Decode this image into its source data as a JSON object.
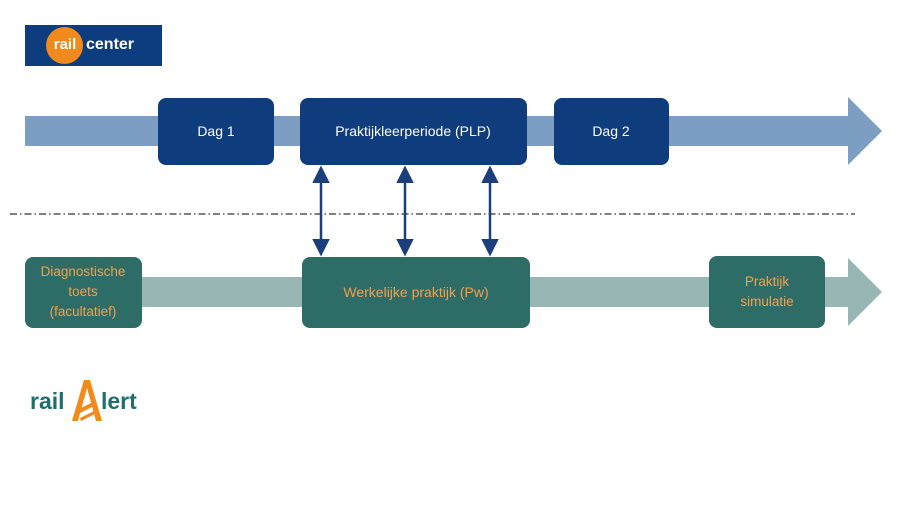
{
  "logos": {
    "railcenter": {
      "part1": "rail",
      "part2": "center"
    },
    "railalert": {
      "part1": "rail",
      "part2": "lert"
    }
  },
  "colors": {
    "upper_arrow": "#7c9ec3",
    "upper_box": "#0e3c7d",
    "upper_text": "#ffffff",
    "lower_arrow": "#98b7b4",
    "lower_box": "#2e6c68",
    "lower_text": "#f5a04a",
    "connector": "#1b3f7a",
    "dashdot": "#333333",
    "brand_orange": "#f08a1c",
    "brand_blue": "#0d3d7e",
    "brand_teal": "#1f6f6e"
  },
  "diagram": {
    "upper_track": {
      "boxes": [
        {
          "id": "dag1",
          "lines": [
            "Dag 1"
          ]
        },
        {
          "id": "plp",
          "lines": [
            "Praktijkleerperiode (PLP)"
          ]
        },
        {
          "id": "dag2",
          "lines": [
            "Dag 2"
          ]
        }
      ]
    },
    "lower_track": {
      "boxes": [
        {
          "id": "diag",
          "lines": [
            "Diagnostische",
            "toets",
            "(facultatief)"
          ]
        },
        {
          "id": "pw",
          "lines": [
            "Werkelijke praktijk (Pw)"
          ]
        },
        {
          "id": "sim",
          "lines": [
            "Praktijk",
            "simulatie"
          ]
        }
      ]
    },
    "connections": [
      {
        "from": "plp",
        "to": "pw",
        "direction": "bidirectional"
      },
      {
        "from": "plp",
        "to": "pw",
        "direction": "bidirectional"
      },
      {
        "from": "plp",
        "to": "pw",
        "direction": "bidirectional"
      }
    ]
  }
}
